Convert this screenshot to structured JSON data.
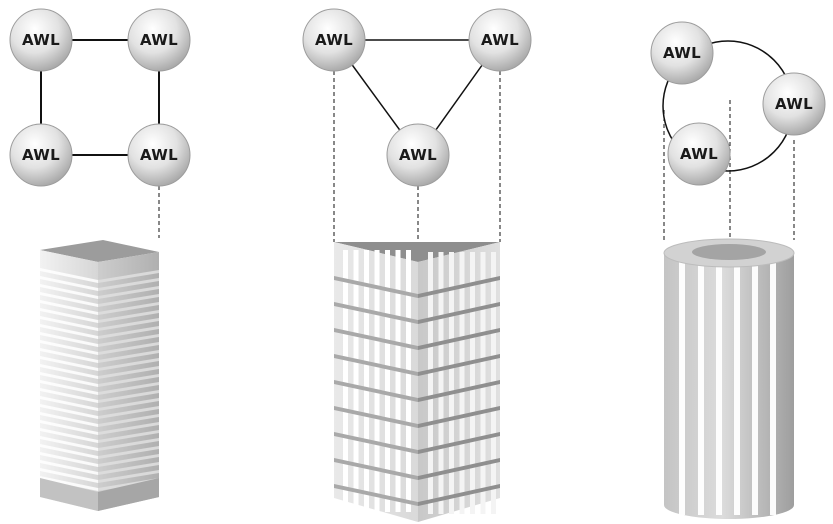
{
  "diagrams": [
    {
      "id": "square",
      "nodes": [
        {
          "label": "AWL"
        },
        {
          "label": "AWL"
        },
        {
          "label": "AWL"
        },
        {
          "label": "AWL"
        }
      ]
    },
    {
      "id": "triangle",
      "nodes": [
        {
          "label": "AWL"
        },
        {
          "label": "AWL"
        },
        {
          "label": "AWL"
        }
      ]
    },
    {
      "id": "circle",
      "nodes": [
        {
          "label": "AWL"
        },
        {
          "label": "AWL"
        },
        {
          "label": "AWL"
        }
      ]
    }
  ],
  "colors": {
    "node_fill_light": "#f7f7f7",
    "node_fill_dark": "#b9b9b9",
    "line": "#111111",
    "building_light": "#e6e6e6",
    "building_mid": "#cfcfcf",
    "building_dark": "#9a9a9a"
  }
}
